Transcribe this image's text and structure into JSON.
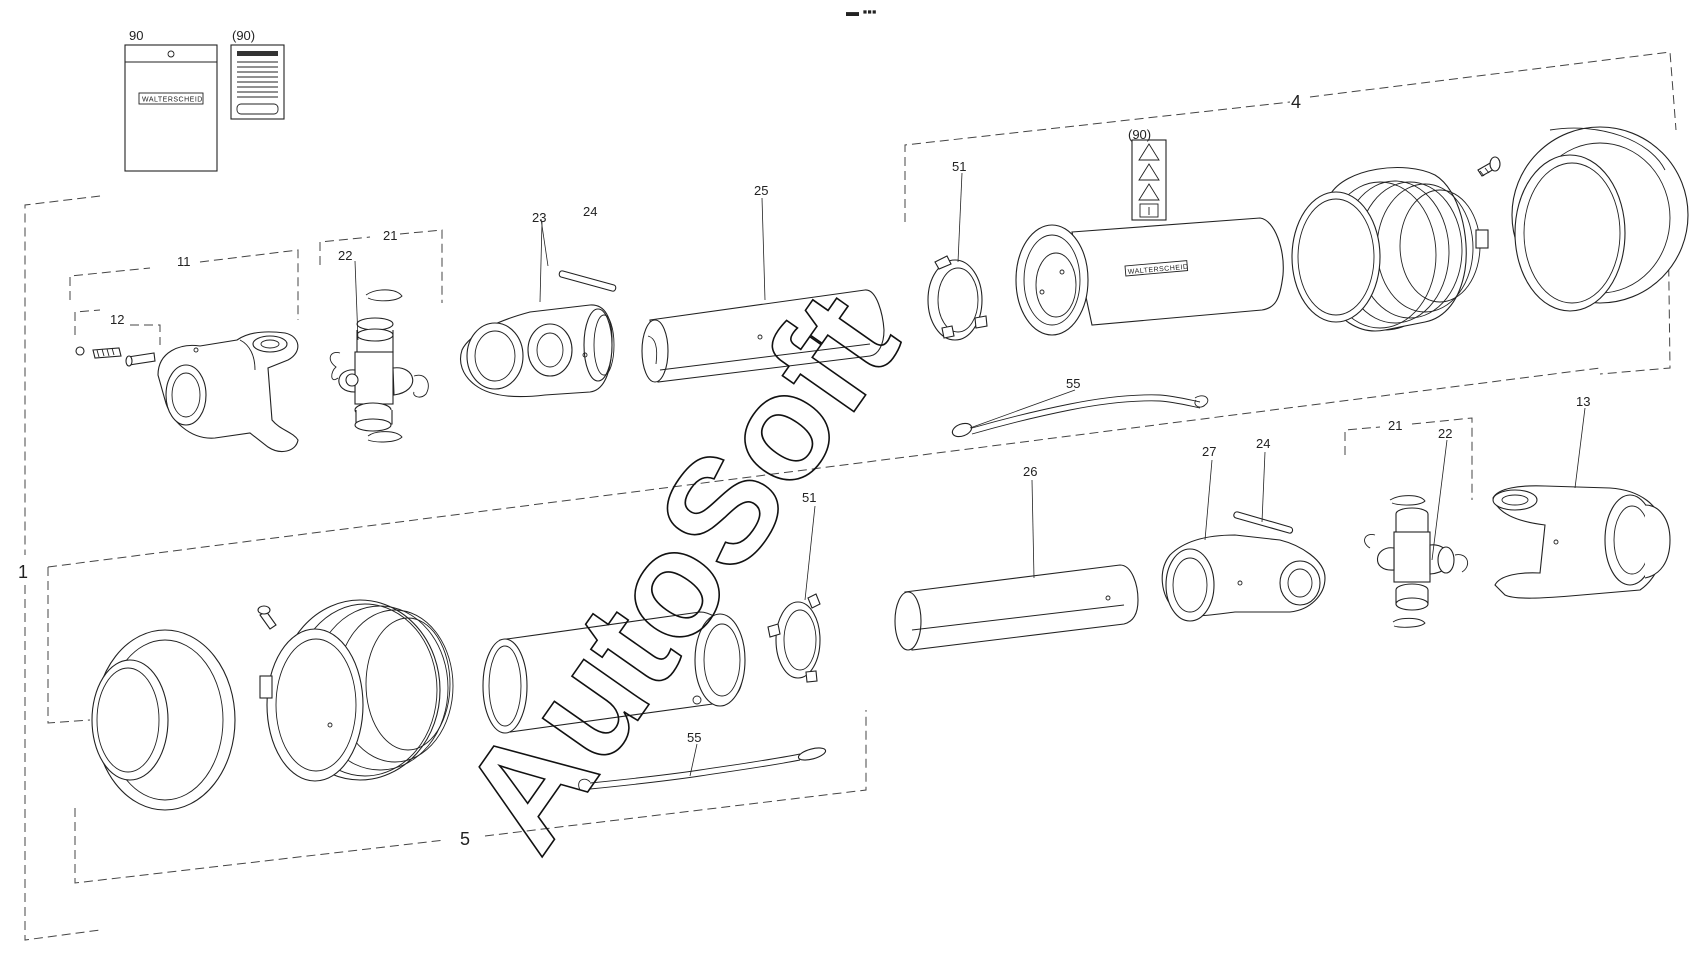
{
  "diagram": {
    "top_marker": "▬ ▪▪▪",
    "watermark": "AutoSoft",
    "brand_text": "WALTERSCHEID",
    "group_labels": {
      "assembly": "1",
      "tube_half_top": "4",
      "tube_half_bottom": "5"
    },
    "callouts": {
      "doc_bag": "90",
      "doc_sheet": "(90)",
      "warn_label": "(90)",
      "yoke_top": "11",
      "bolt_set": "12",
      "cross_group_top": "21",
      "cross_top": "22",
      "inner_yoke_top": "23",
      "pin_top": "24",
      "profile_tube_top": "25",
      "bearing_ring_top": "51",
      "chain_top": "55",
      "profile_tube_bottom": "26",
      "inner_yoke_bottom": "27",
      "pin_bottom": "24",
      "cross_group_bottom": "21",
      "cross_bottom": "22",
      "yoke_bottom": "13",
      "bearing_ring_bottom": "51",
      "chain_bottom": "55"
    }
  }
}
